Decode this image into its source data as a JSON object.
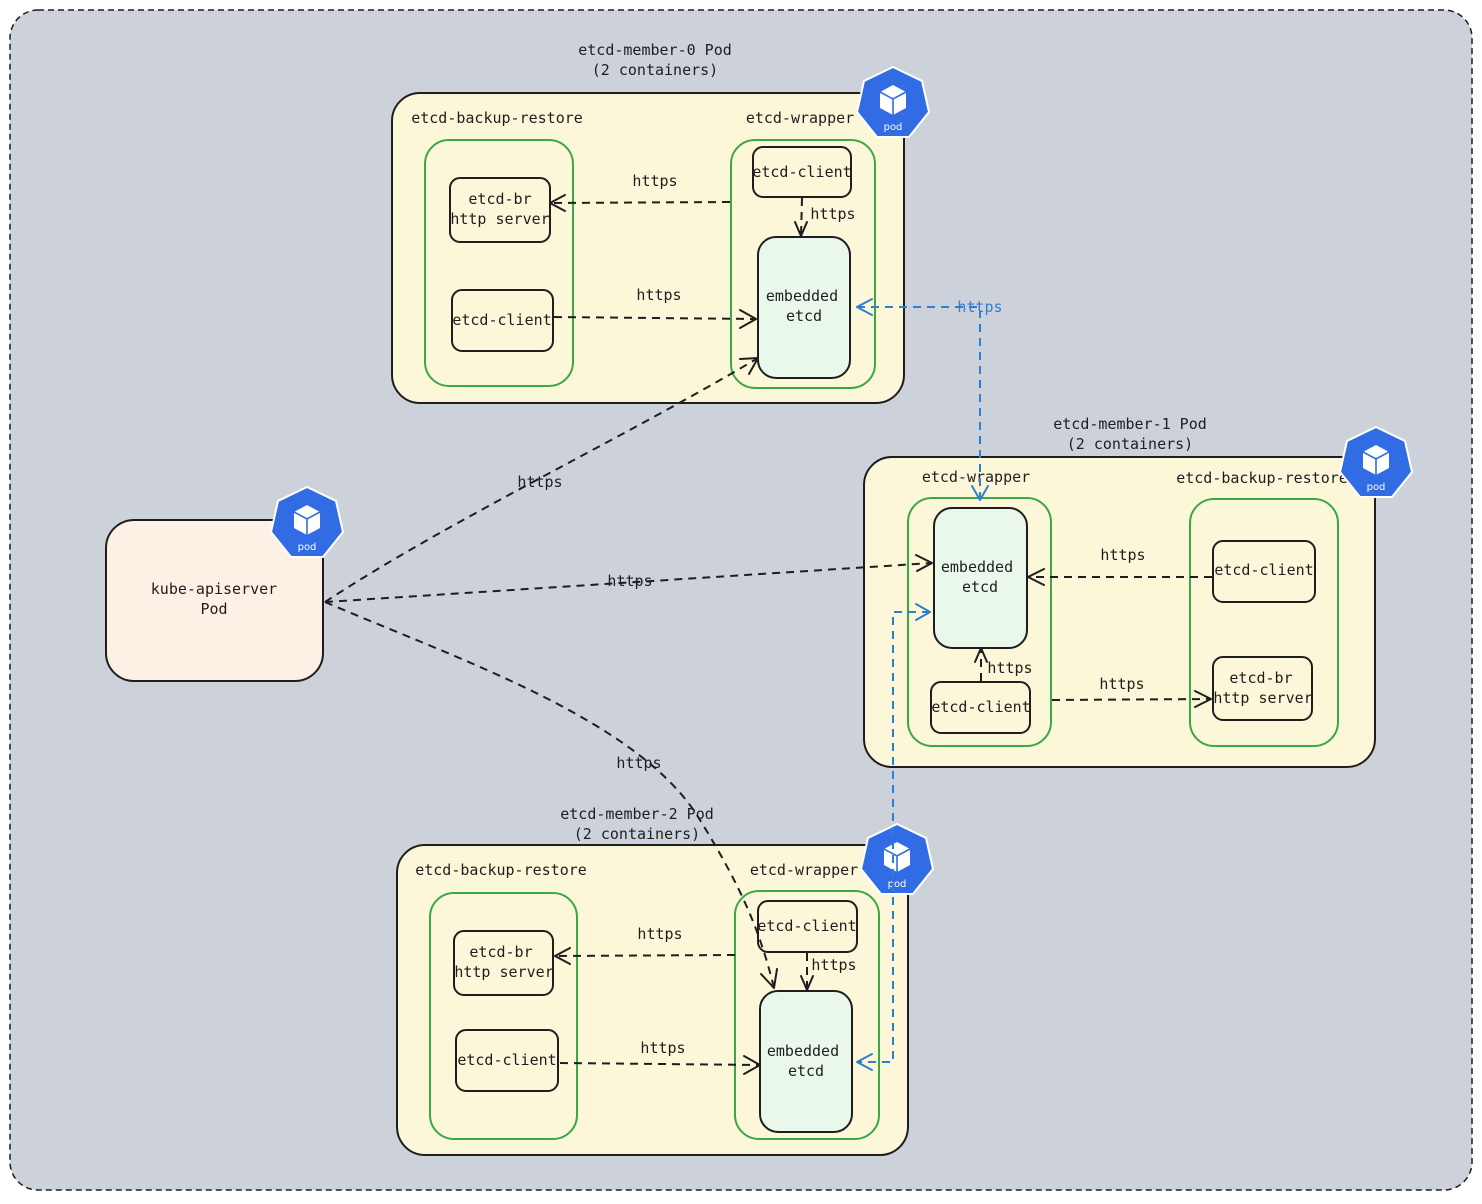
{
  "pods": {
    "member0": {
      "title_line1": "etcd-member-0 Pod",
      "title_line2": "(2 containers)",
      "backup_container": "etcd-backup-restore",
      "wrapper_container": "etcd-wrapper",
      "br_server_line1": "etcd-br",
      "br_server_line2": "http server",
      "br_client": "etcd-client",
      "wrapper_client": "etcd-client",
      "etcd_line1": "embedded",
      "etcd_line2": "etcd"
    },
    "member1": {
      "title_line1": "etcd-member-1 Pod",
      "title_line2": "(2 containers)",
      "backup_container": "etcd-backup-restore",
      "wrapper_container": "etcd-wrapper",
      "br_server_line1": "etcd-br",
      "br_server_line2": "http server",
      "br_client": "etcd-client",
      "wrapper_client": "etcd-client",
      "etcd_line1": "embedded",
      "etcd_line2": "etcd"
    },
    "member2": {
      "title_line1": "etcd-member-2 Pod",
      "title_line2": "(2 containers)",
      "backup_container": "etcd-backup-restore",
      "wrapper_container": "etcd-wrapper",
      "br_server_line1": "etcd-br",
      "br_server_line2": "http server",
      "br_client": "etcd-client",
      "wrapper_client": "etcd-client",
      "etcd_line1": "embedded",
      "etcd_line2": "etcd"
    },
    "apiserver": {
      "line1": "kube-apiserver",
      "line2": "Pod"
    }
  },
  "badge_label": "pod",
  "edge_label": "https",
  "colors": {
    "background": "#cdd2da",
    "pod_fill": "#fdf7da",
    "container_stroke": "#3aa845",
    "etcd_fill": "#eaf8ec",
    "apiserver_fill": "#fdf1e5",
    "peer_link": "#2f7fd0",
    "badge": "#326ce5"
  },
  "icons": [
    "kubernetes-pod-icon"
  ]
}
